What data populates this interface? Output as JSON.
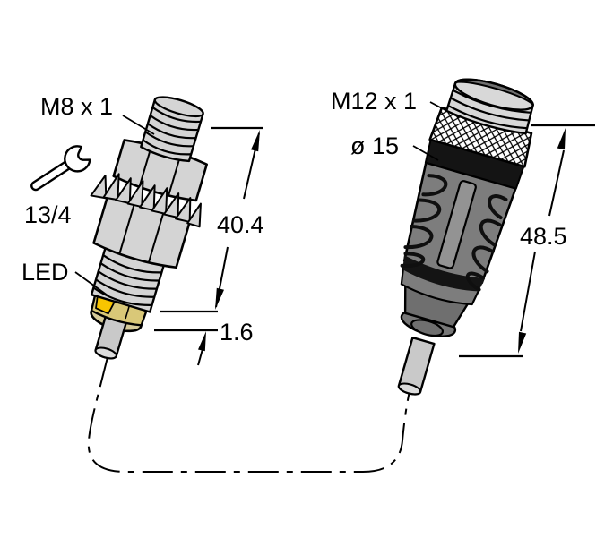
{
  "left_device": {
    "thread_label": "M8 x 1",
    "wrench_size": "13/4",
    "led_label": "LED",
    "length_dim": "40.4",
    "led_height_dim": "1.6"
  },
  "right_device": {
    "thread_label": "M12 x 1",
    "diameter_label": "ø 15",
    "length_dim": "48.5"
  },
  "icons": {
    "wrench": "open-end-wrench"
  },
  "colors": {
    "outline": "#000000",
    "metal_light_gray": "#d4d4d4",
    "led_yellow": "#f8c500",
    "led_ring_tint": "#d9c878",
    "connector_body_gray": "#7d7d7d",
    "band_black": "#141414",
    "knurl_white": "#ffffff",
    "cable_gray": "#c9c9c9"
  }
}
